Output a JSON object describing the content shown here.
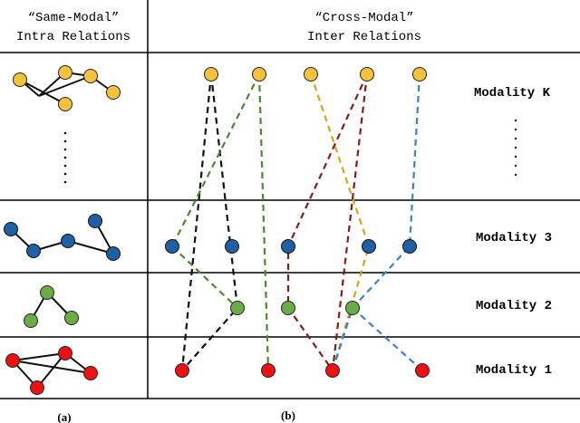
{
  "headers": {
    "left_line1": "“Same-Modal”",
    "left_line2": "Intra Relations",
    "right_line1": "“Cross-Modal”",
    "right_line2": "Inter Relations"
  },
  "modalities": {
    "k": "Modality K",
    "three": "Modality 3",
    "two": "Modality 2",
    "one": "Modality 1"
  },
  "captions": {
    "a": "(a)",
    "b": "(b)"
  },
  "colors": {
    "yellow": "#f5c33b",
    "blue": "#1f5fa6",
    "green": "#6aac45",
    "red": "#ee1111",
    "line_black": "#111111",
    "line_green": "#4a8a2e",
    "line_gold": "#d9a519",
    "line_darkred": "#8b1a1a",
    "line_lightblue": "#3a7fd8"
  }
}
